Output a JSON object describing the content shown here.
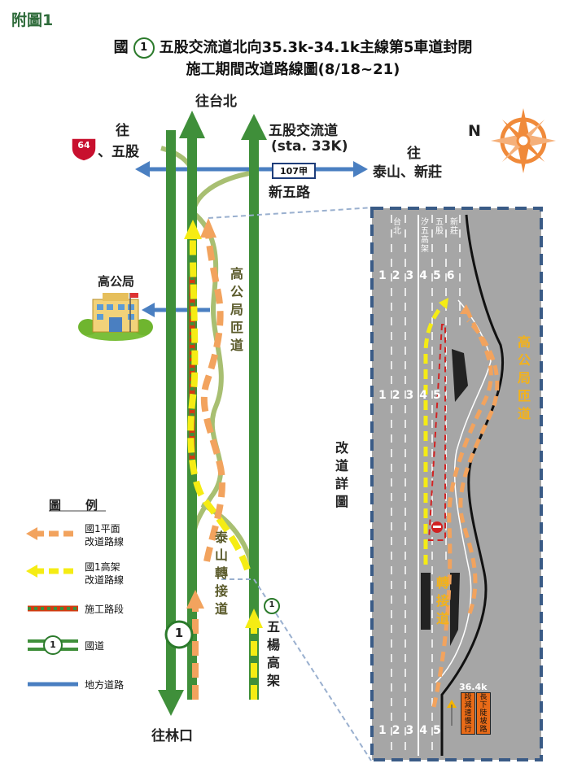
{
  "figure_label": "附圖1",
  "title": {
    "prefix": "國",
    "shield_number": "1",
    "line1": "五股交流道北向35.3k-34.1k主線第5車道封閉",
    "line2": "施工期間改道路線圖(8/18~21)"
  },
  "map": {
    "to_taipei": "往台北",
    "to_linkou": "往林口",
    "to_wugu_prefix": "往",
    "route64_number": "64",
    "to_wugu_suffix": "、五股",
    "interchange_name": "五股交流道",
    "interchange_sta": "(sta. 33K)",
    "route_sign": "107甲",
    "road_name": "新五路",
    "to_taishan_prefix": "往",
    "to_taishan": "泰山、新莊",
    "compass_letter": "N",
    "hwy_bureau": "高公局",
    "hwy_bureau_ramp": [
      "高",
      "公",
      "局",
      "匝",
      "道"
    ],
    "taishan_ramp": [
      "泰",
      "山",
      "轉",
      "接",
      "道"
    ],
    "wuyang_viaduct": [
      "五",
      "楊",
      "高",
      "架"
    ],
    "shield_small": "1",
    "shield_big": "1"
  },
  "legend": {
    "title": "圖　　例",
    "items": [
      {
        "label": "國1平面\n改道路線",
        "key": "orange-dash"
      },
      {
        "label": "國1高架\n改道路線",
        "key": "yellow-dash"
      },
      {
        "label": "施工路段",
        "key": "construction"
      },
      {
        "label": "國道",
        "key": "freeway",
        "shield": "1"
      },
      {
        "label": "地方道路",
        "key": "local-road"
      }
    ]
  },
  "detail": {
    "vertical_title": [
      "改",
      "道",
      "詳",
      "圖"
    ],
    "lane_labels_top": [
      [
        "台",
        "北"
      ],
      [
        "汐",
        "五",
        "高",
        "架"
      ],
      [
        "五",
        "股"
      ],
      [
        "新",
        "莊"
      ]
    ],
    "lane_numbers_row1": [
      "1",
      "2",
      "3",
      "4",
      "5",
      "6"
    ],
    "lane_numbers_row2": [
      "1",
      "2",
      "3",
      "4",
      "5"
    ],
    "lane_numbers_row3": [
      "1",
      "2",
      "3",
      "4",
      "5"
    ],
    "hwy_bureau_ramp": [
      "高",
      "公",
      "局",
      "匝",
      "道"
    ],
    "transfer_ramp": [
      "轉",
      "接",
      "道"
    ],
    "km_marker": "36.4k",
    "warning_sign": [
      "長",
      "下",
      "陡",
      "坡",
      "路",
      "段",
      "減",
      "速",
      "慢",
      "行"
    ]
  },
  "colors": {
    "freeway_green": "#3f8f3a",
    "local_road_blue": "#4a7fc1",
    "orange_route": "#f2a35e",
    "yellow_route": "#f5ec14",
    "construction_red": "#d23b10",
    "detail_gray": "#a6a6a6",
    "detail_border": "#3a5b86"
  }
}
